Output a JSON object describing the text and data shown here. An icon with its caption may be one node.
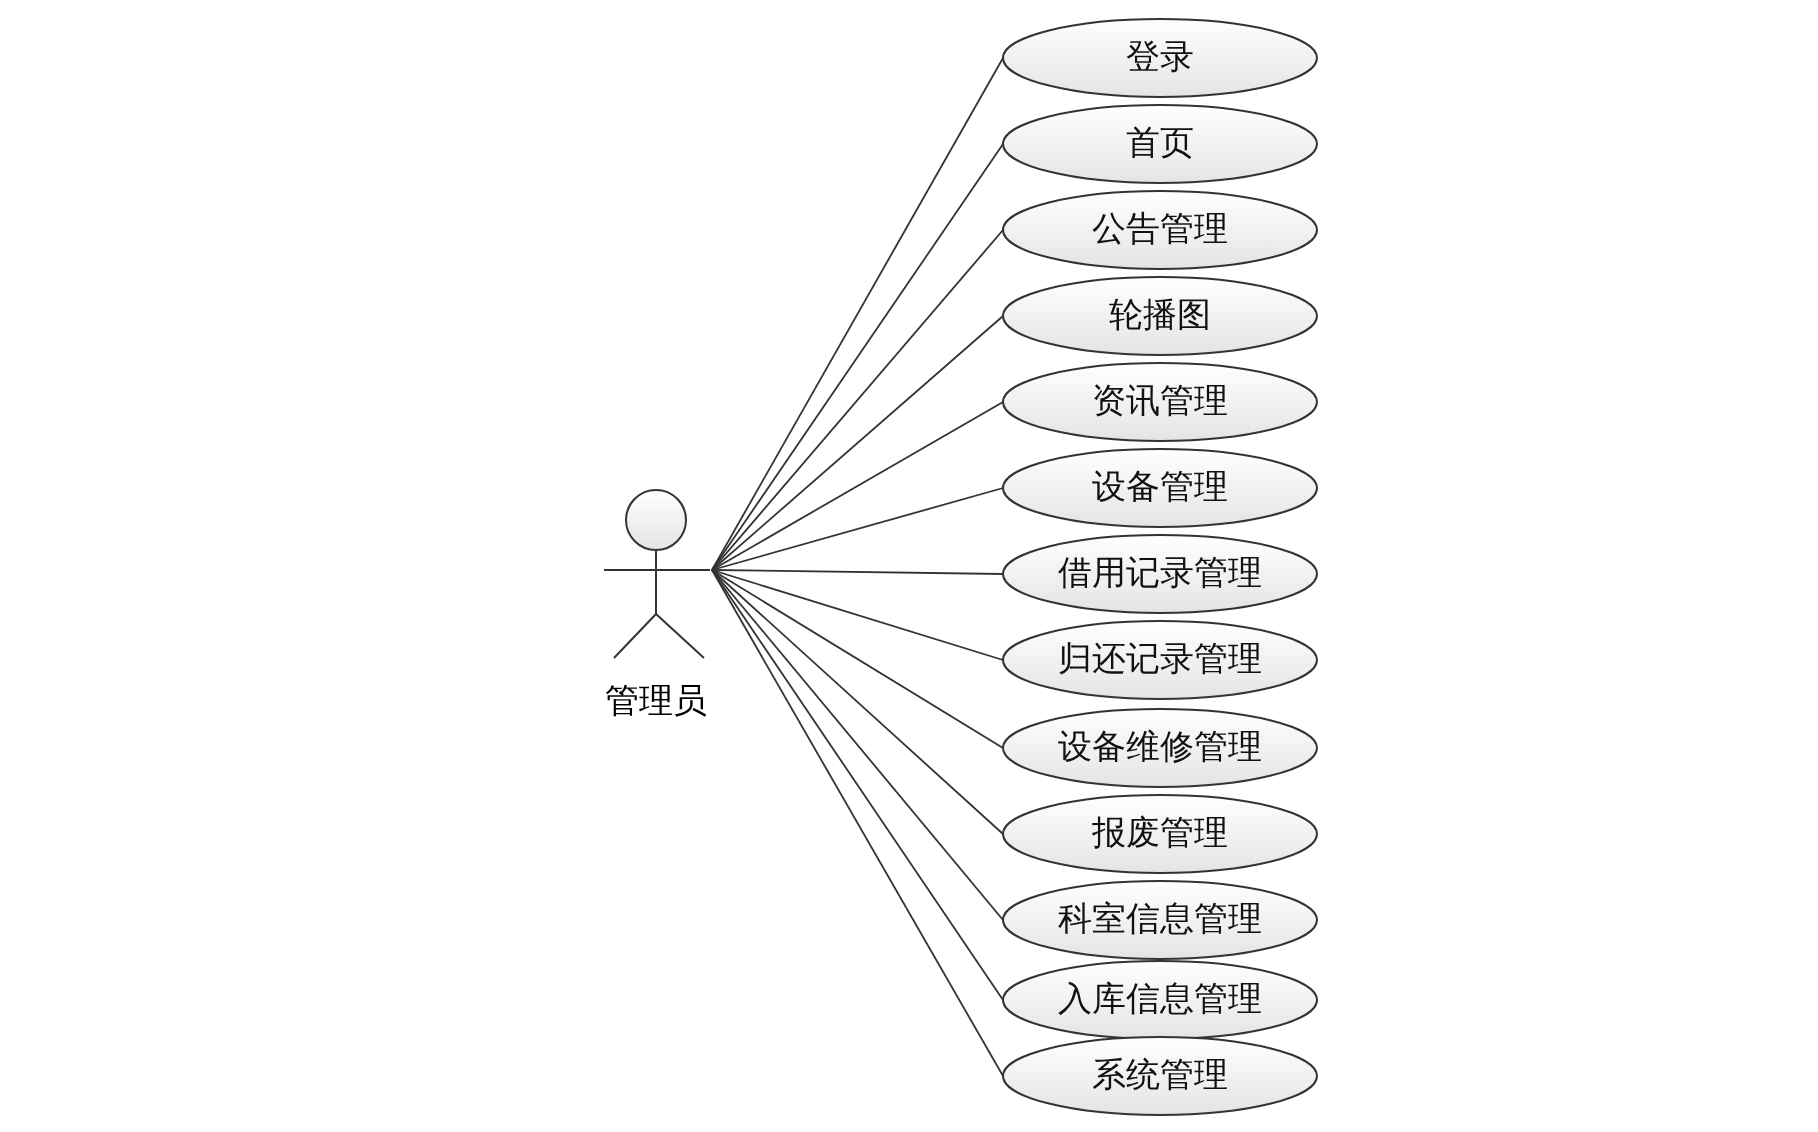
{
  "diagram": {
    "nodes": [
      {
        "text": [
          "管理员"
        ]
      },
      {
        "text": [
          "登录"
        ]
      },
      {
        "text": [
          "首页"
        ]
      },
      {
        "text": [
          "公告管理"
        ]
      },
      {
        "text": [
          "轮播图"
        ]
      },
      {
        "text": [
          "资讯管理"
        ]
      },
      {
        "text": [
          "设备管理"
        ]
      },
      {
        "text": [
          "借用记录管理"
        ]
      },
      {
        "text": [
          "归还记录管理"
        ]
      },
      {
        "text": [
          "设备维修管理"
        ]
      },
      {
        "text": [
          "报废管理"
        ]
      },
      {
        "text": [
          "科室信息管理"
        ]
      },
      {
        "text": [
          "入库信息管理"
        ]
      },
      {
        "text": [
          "系统管理"
        ]
      }
    ],
    "edges": [
      {
        "from": 0,
        "to": 1,
        "arrow": "none"
      },
      {
        "from": 0,
        "to": 2,
        "arrow": "none"
      },
      {
        "from": 0,
        "to": 3,
        "arrow": "none"
      },
      {
        "from": 0,
        "to": 4,
        "arrow": "none"
      },
      {
        "from": 0,
        "to": 5,
        "arrow": "none"
      },
      {
        "from": 0,
        "to": 6,
        "arrow": "none"
      },
      {
        "from": 0,
        "to": 7,
        "arrow": "none"
      },
      {
        "from": 0,
        "to": 8,
        "arrow": "none"
      },
      {
        "from": 0,
        "to": 9,
        "arrow": "none"
      },
      {
        "from": 0,
        "to": 10,
        "arrow": "none"
      },
      {
        "from": 0,
        "to": 11,
        "arrow": "none"
      },
      {
        "from": 0,
        "to": 12,
        "arrow": "none"
      },
      {
        "from": 0,
        "to": 13,
        "arrow": "none"
      }
    ]
  }
}
